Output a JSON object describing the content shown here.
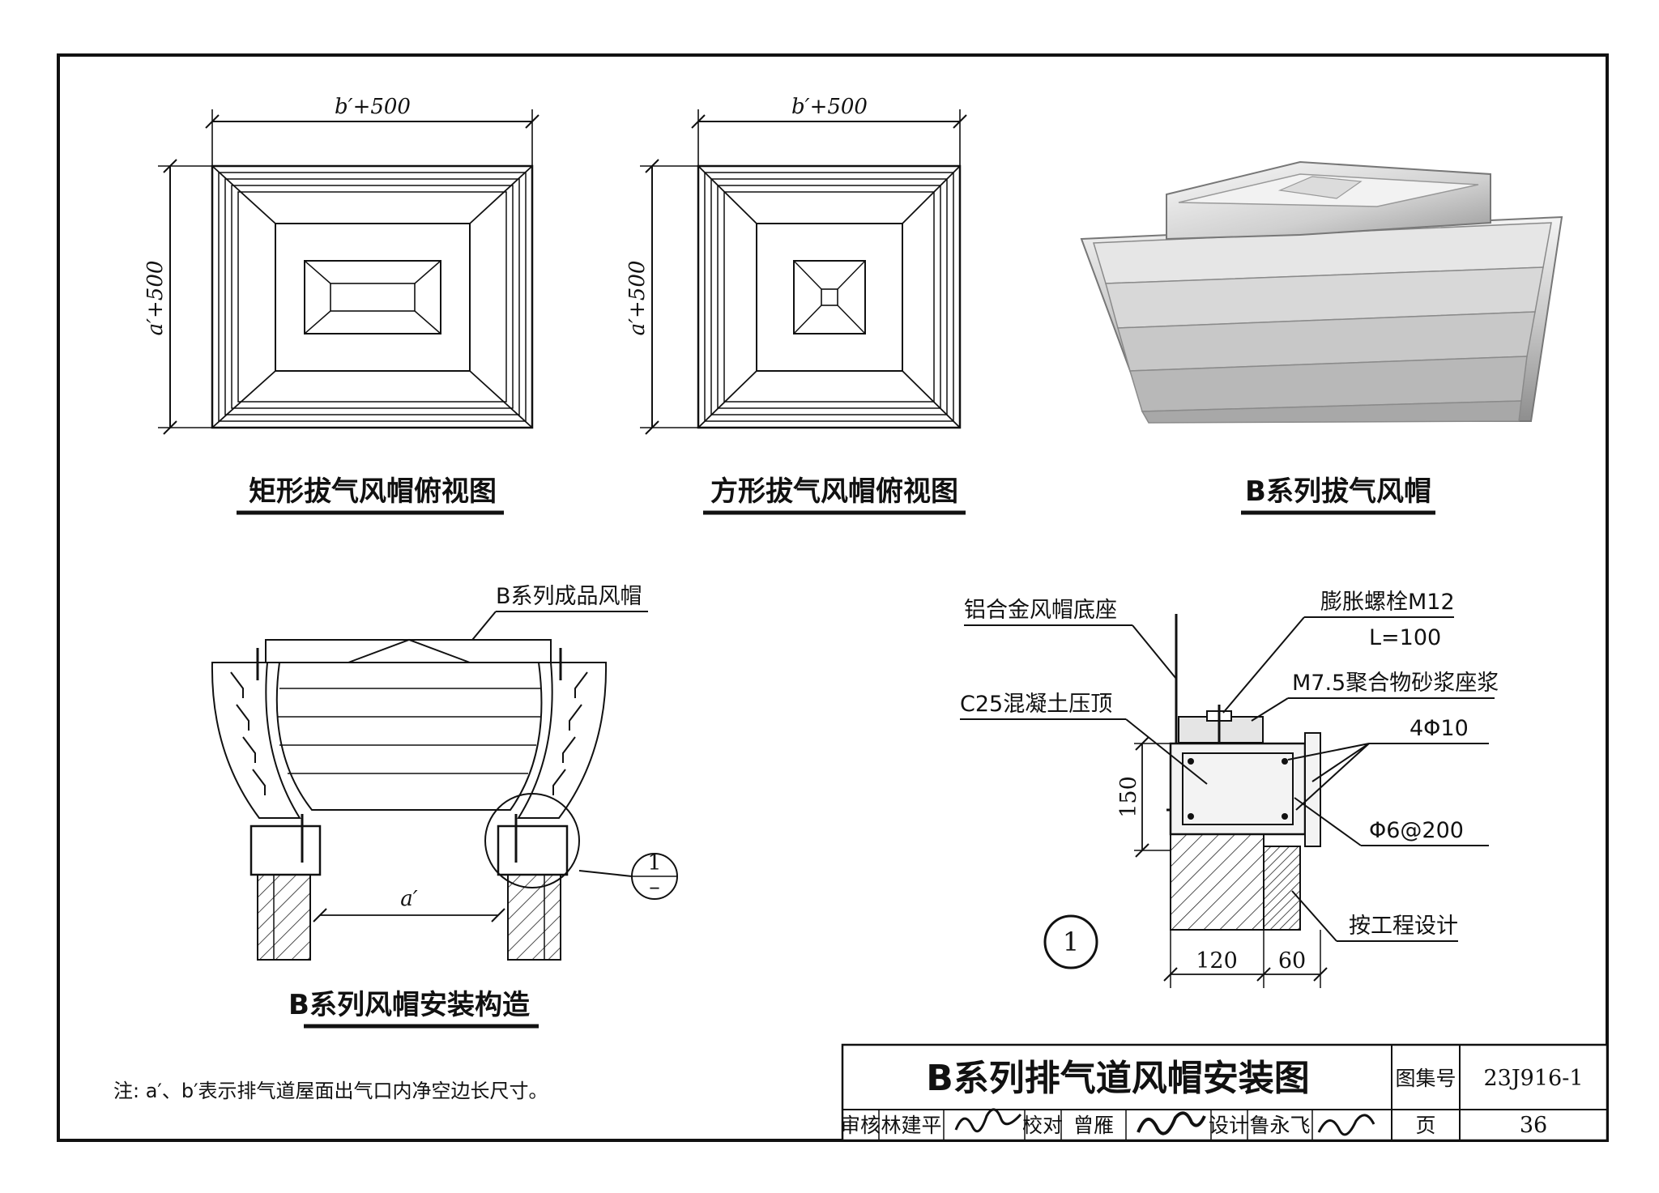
{
  "plan_rect": {
    "title": "矩形拔气风帽俯视图",
    "dim_top": "b′+500",
    "dim_left": "a′+500"
  },
  "plan_square": {
    "title": "方形拔气风帽俯视图",
    "dim_top": "b′+500",
    "dim_left": "a′+500"
  },
  "product": {
    "title": "B系列拔气风帽"
  },
  "install_section": {
    "title": "B系列风帽安装构造",
    "cap_label": "B系列成品风帽",
    "dim_a": "a′",
    "ref_num": "1",
    "ref_sub": "–"
  },
  "detail": {
    "ref": "1",
    "base_label": "铝合金风帽底座",
    "bolt_label": "膨胀螺栓M12",
    "bolt_length": "L=100",
    "mortar_label": "M7.5聚合物砂浆座浆",
    "concrete_label": "C25混凝土压顶",
    "rebar_main": "4Φ10",
    "rebar_stirrup": "Φ6@200",
    "by_design": "按工程设计",
    "dim_height": "150",
    "dim_wall": "120",
    "dim_insul": "60"
  },
  "note": "注: a′、b′表示排气道屋面出气口内净空边长尺寸。",
  "title_block": {
    "drawing_title": "B系列排气道风帽安装图",
    "atlas_label": "图集号",
    "atlas_no": "23J916-1",
    "review_label": "审核",
    "reviewer": "林建平",
    "check_label": "校对",
    "checker": "曾雁",
    "design_label": "设计",
    "designer": "鲁永飞",
    "page_label": "页",
    "page_no": "36"
  }
}
